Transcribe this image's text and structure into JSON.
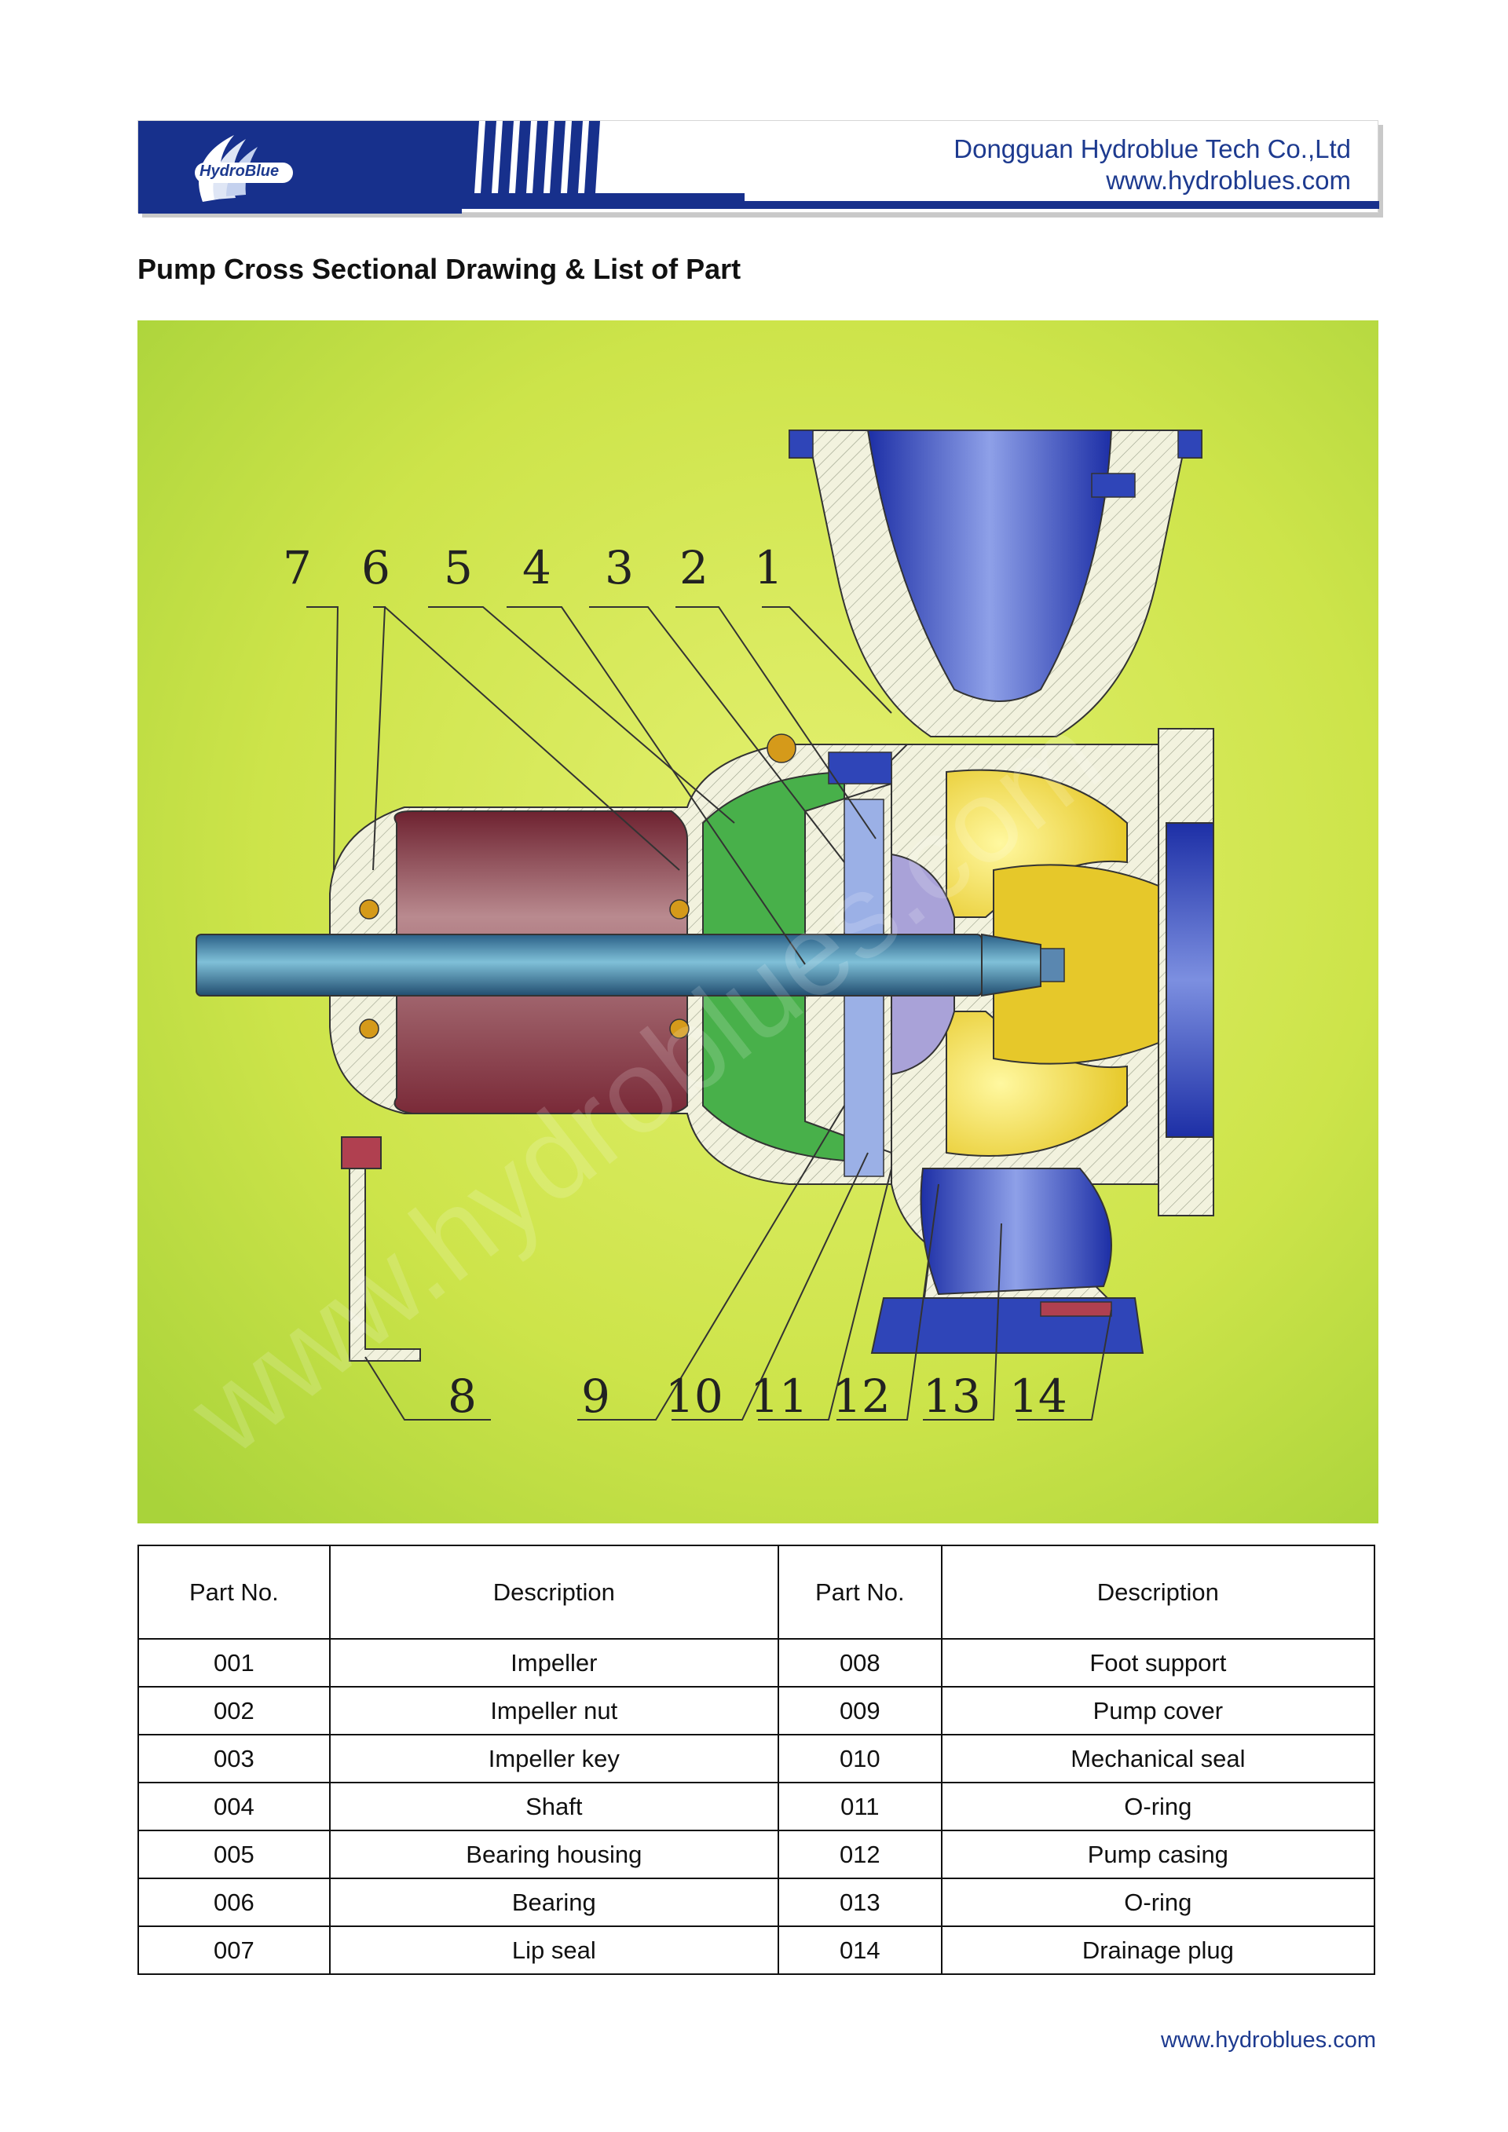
{
  "header": {
    "logo_text": "HydroBlue",
    "company_name": "Dongguan Hydroblue Tech Co.,Ltd",
    "website": "www.hydroblues.com",
    "brand_color": "#17308c"
  },
  "page_title": "Pump Cross Sectional Drawing & List of Part",
  "drawing": {
    "callouts_top": [
      "7",
      "6",
      "5",
      "4",
      "3",
      "2",
      "1"
    ],
    "callouts_bottom": [
      "8",
      "9",
      "10",
      "11",
      "12",
      "13",
      "14"
    ],
    "watermark": "www.hydroblues.com",
    "background_color": "#cde44a"
  },
  "table": {
    "headers": [
      "Part No.",
      "Description",
      "Part No.",
      "Description"
    ],
    "rows": [
      [
        "001",
        "Impeller",
        "008",
        "Foot support"
      ],
      [
        "002",
        "Impeller nut",
        "009",
        "Pump cover"
      ],
      [
        "003",
        "Impeller key",
        "010",
        "Mechanical seal"
      ],
      [
        "004",
        "Shaft",
        "011",
        "O-ring"
      ],
      [
        "005",
        "Bearing housing",
        "012",
        "Pump casing"
      ],
      [
        "006",
        "Bearing",
        "013",
        "O-ring"
      ],
      [
        "007",
        "Lip seal",
        "014",
        "Drainage plug"
      ]
    ]
  },
  "footer": {
    "website": "www.hydroblues.com"
  }
}
